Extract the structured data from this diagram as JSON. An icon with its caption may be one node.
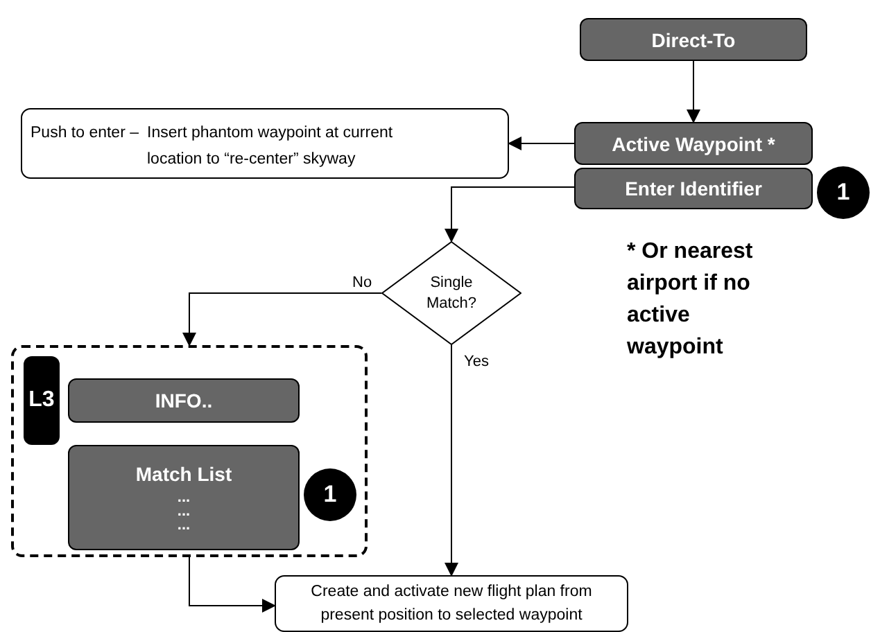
{
  "diagram": {
    "nodes": [
      {
        "text": [
          "Direct-To"
        ]
      },
      {
        "text": [
          "Active Waypoint *"
        ]
      },
      {
        "text": [
          "Enter Identifier"
        ]
      },
      {
        "text": [
          "Push to enter –",
          "Insert phantom waypoint at current location to “re-center” skyway"
        ]
      },
      {
        "text": [
          "Single Match?"
        ]
      },
      {
        "text": [],
        "shape": "box"
      },
      {
        "text": [
          "L3"
        ],
        "in": 5
      },
      {
        "text": [
          "INFO.."
        ],
        "in": 5
      },
      {
        "text": [
          "Match List",
          "...",
          "...",
          "..."
        ],
        "in": 5
      },
      {
        "text": [
          "Create and activate new flight plan from present position to selected waypoint"
        ]
      }
    ],
    "edges": [
      {
        "from": 0,
        "to": 1,
        "arrow": "to"
      },
      {
        "from": 1,
        "to": 3,
        "arrow": "to"
      },
      {
        "from": 2,
        "to": 4,
        "arrow": "to"
      },
      {
        "from": 4,
        "to": 5,
        "arrow": "to",
        "label": "No"
      },
      {
        "from": 4,
        "to": 9,
        "arrow": "to",
        "label": "Yes"
      },
      {
        "from": 5,
        "to": 9,
        "arrow": "to"
      }
    ],
    "labels": [
      "1",
      "* Or nearest airport if no active waypoint",
      "1"
    ]
  }
}
